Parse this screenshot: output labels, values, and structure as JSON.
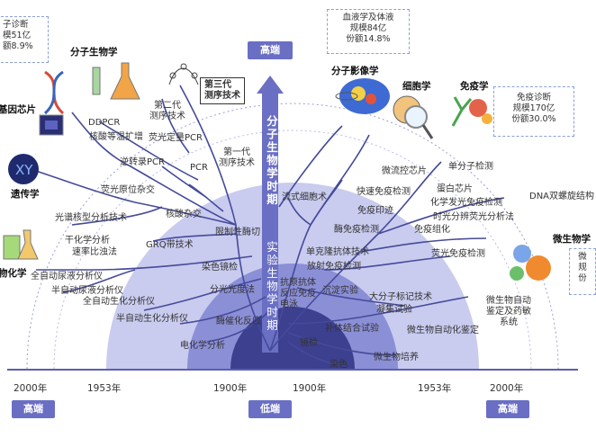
{
  "axis": {
    "top_tag": "高端",
    "bottom_center_tag": "低端",
    "bottom_left_tag": "高端",
    "bottom_right_tag": "高端",
    "years_left": [
      "2000年",
      "1953年",
      "1900年"
    ],
    "years_right": [
      "1900年",
      "1953年",
      "2000年"
    ],
    "era_molecular": "分子生物学时期",
    "era_lab": "实验生物学时期"
  },
  "stats": {
    "molecular_diag": "子诊断\n模51亿\n额8.9%",
    "blood": "血液学及体液\n规模84亿\n份额14.8%",
    "immuno": "免疫诊断\n规模170亿\n份额30.0%",
    "micro": "微\n规\n份"
  },
  "categories": {
    "molbio": "分子生物学",
    "gene_chip": "基因芯片",
    "genetics": "遗传学",
    "chemistry": "物化学",
    "third_gen": "第三代\n测序技术",
    "mol_imaging": "分子影像学",
    "cytology": "细胞学",
    "immunology": "免疫学",
    "microbiology": "微生物学"
  },
  "left_labels": [
    "DDPCR",
    "核酸等温扩增",
    "荧光定量PCR",
    "第二代\n测序技术",
    "逆转录PCR",
    "PCR",
    "第一代\n测序技术",
    "荧光原位杂交",
    "核酸杂交",
    "光谱核型分析技术",
    "限制性酶切",
    "GRQ带技术",
    "干化学分析",
    "速率比浊法",
    "全自动尿液分析仪",
    "半自动尿液分析仪",
    "全自动生化分析仪",
    "染色镜检",
    "分光光度法",
    "半自动生化分析仪",
    "酶催化反应",
    "电化学分析"
  ],
  "right_labels": [
    "流式细胞术",
    "微流控芯片",
    "单分子检测",
    "快速免疫检测",
    "蛋白芯片",
    "DNA双螺旋结构",
    "化学发光免疫检测",
    "免疫印迹",
    "时光分辨荧光分析法",
    "酶免疫检测",
    "免疫组化",
    "单克隆抗体技术",
    "荧光免疫检测",
    "放射免疫检测",
    "抗原抗体\n反应免疫\n电泳",
    "沉淀实验",
    "大分子标记技术",
    "凝集试验",
    "微生物自动\n鉴定及药敏\n系统",
    "补体结合试验",
    "微生物自动化鉴定",
    "镜检",
    "微生物培养",
    "染色"
  ],
  "colors": {
    "accent": "#6a6fc4",
    "dark": "#3d3f8f",
    "mid": "#8b8fd6",
    "light": "#c9cbef",
    "branch": "#454a9a"
  }
}
